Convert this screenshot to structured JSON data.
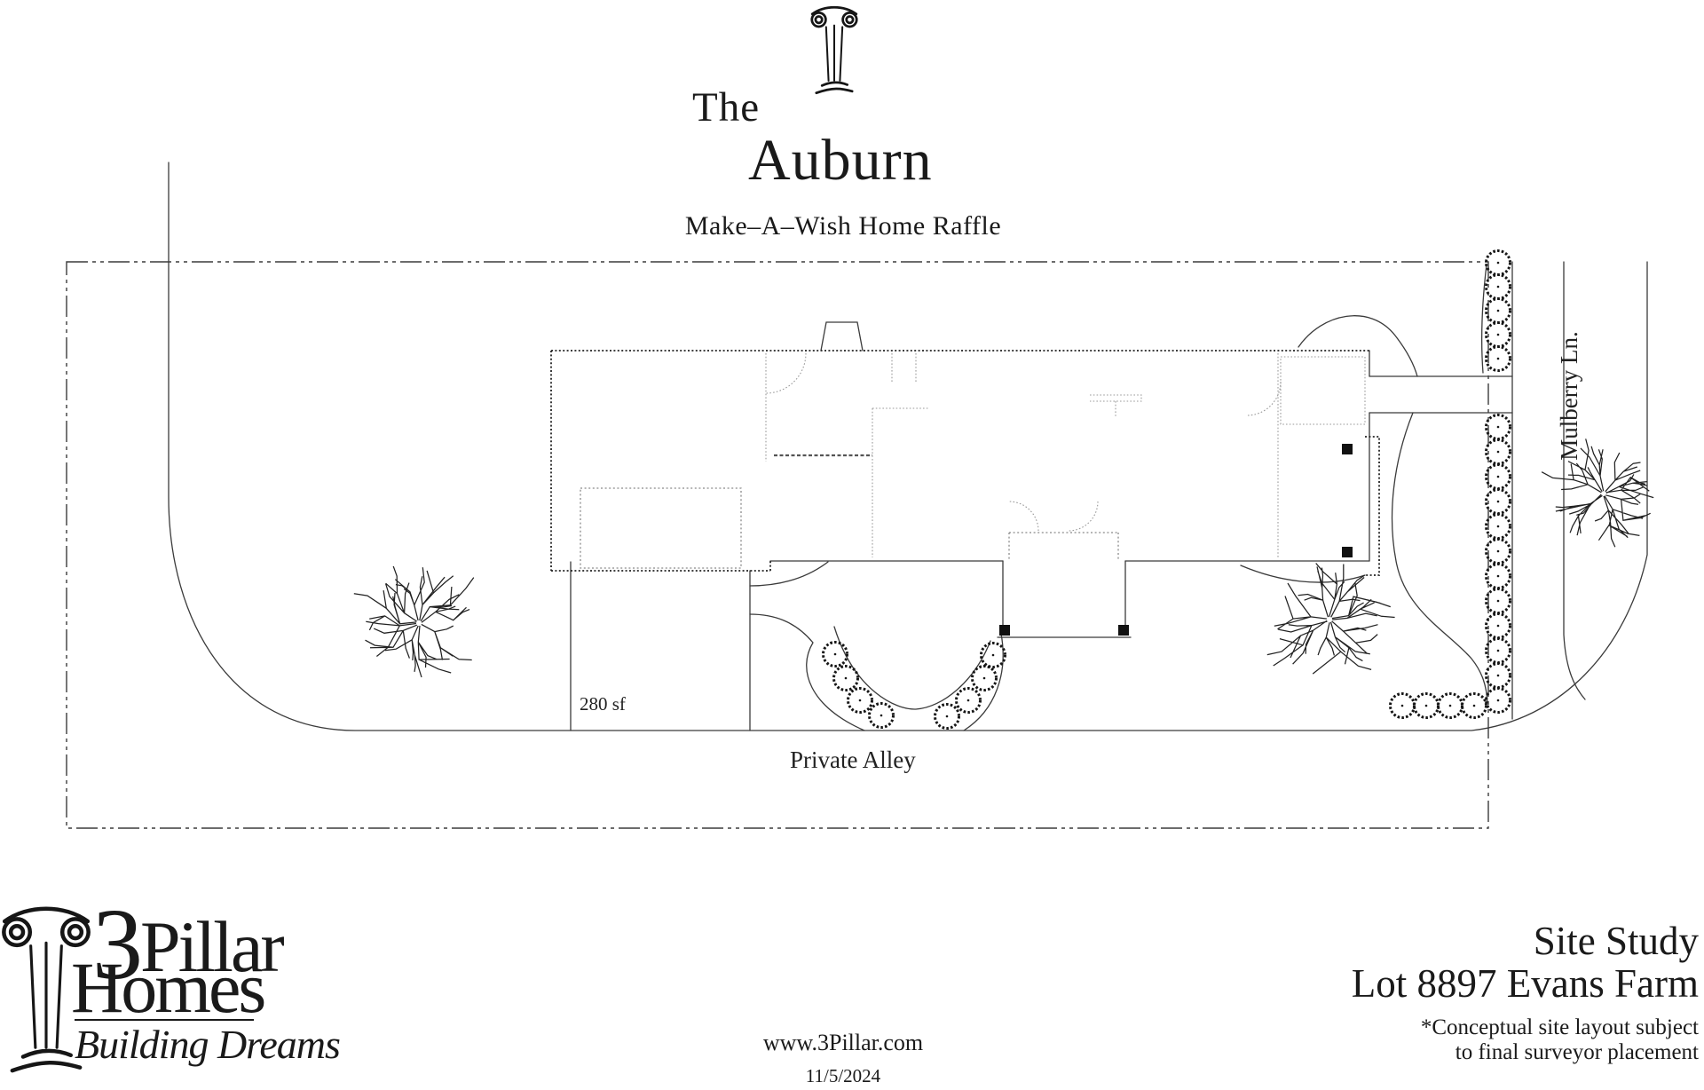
{
  "header": {
    "line1": "The",
    "line2": "Auburn",
    "subtitle": "Make–A–Wish Home Raffle"
  },
  "plan": {
    "area_label": "280 sf",
    "alley_label": "Private Alley",
    "street_label": "Mulberry Ln."
  },
  "footer": {
    "logo": {
      "number": "3",
      "pillar": "Pillar",
      "homes": "Homes",
      "tagline": "Building Dreams"
    },
    "sheet_title": "Site Study",
    "sheet_subtitle": "Lot 8897 Evans Farm",
    "disclaimer_line1": "*Conceptual site layout subject",
    "disclaimer_line2": "to final surveyor placement",
    "website": "www.3Pillar.com",
    "date": "11/5/2024"
  },
  "icons": {
    "header_icon": "ionic-column-icon",
    "logo_icon": "ionic-column-icon"
  },
  "colors": {
    "ink": "#1a1a1a",
    "plan_line": "#3b3b3b",
    "faint_line": "#9a9a9a"
  }
}
